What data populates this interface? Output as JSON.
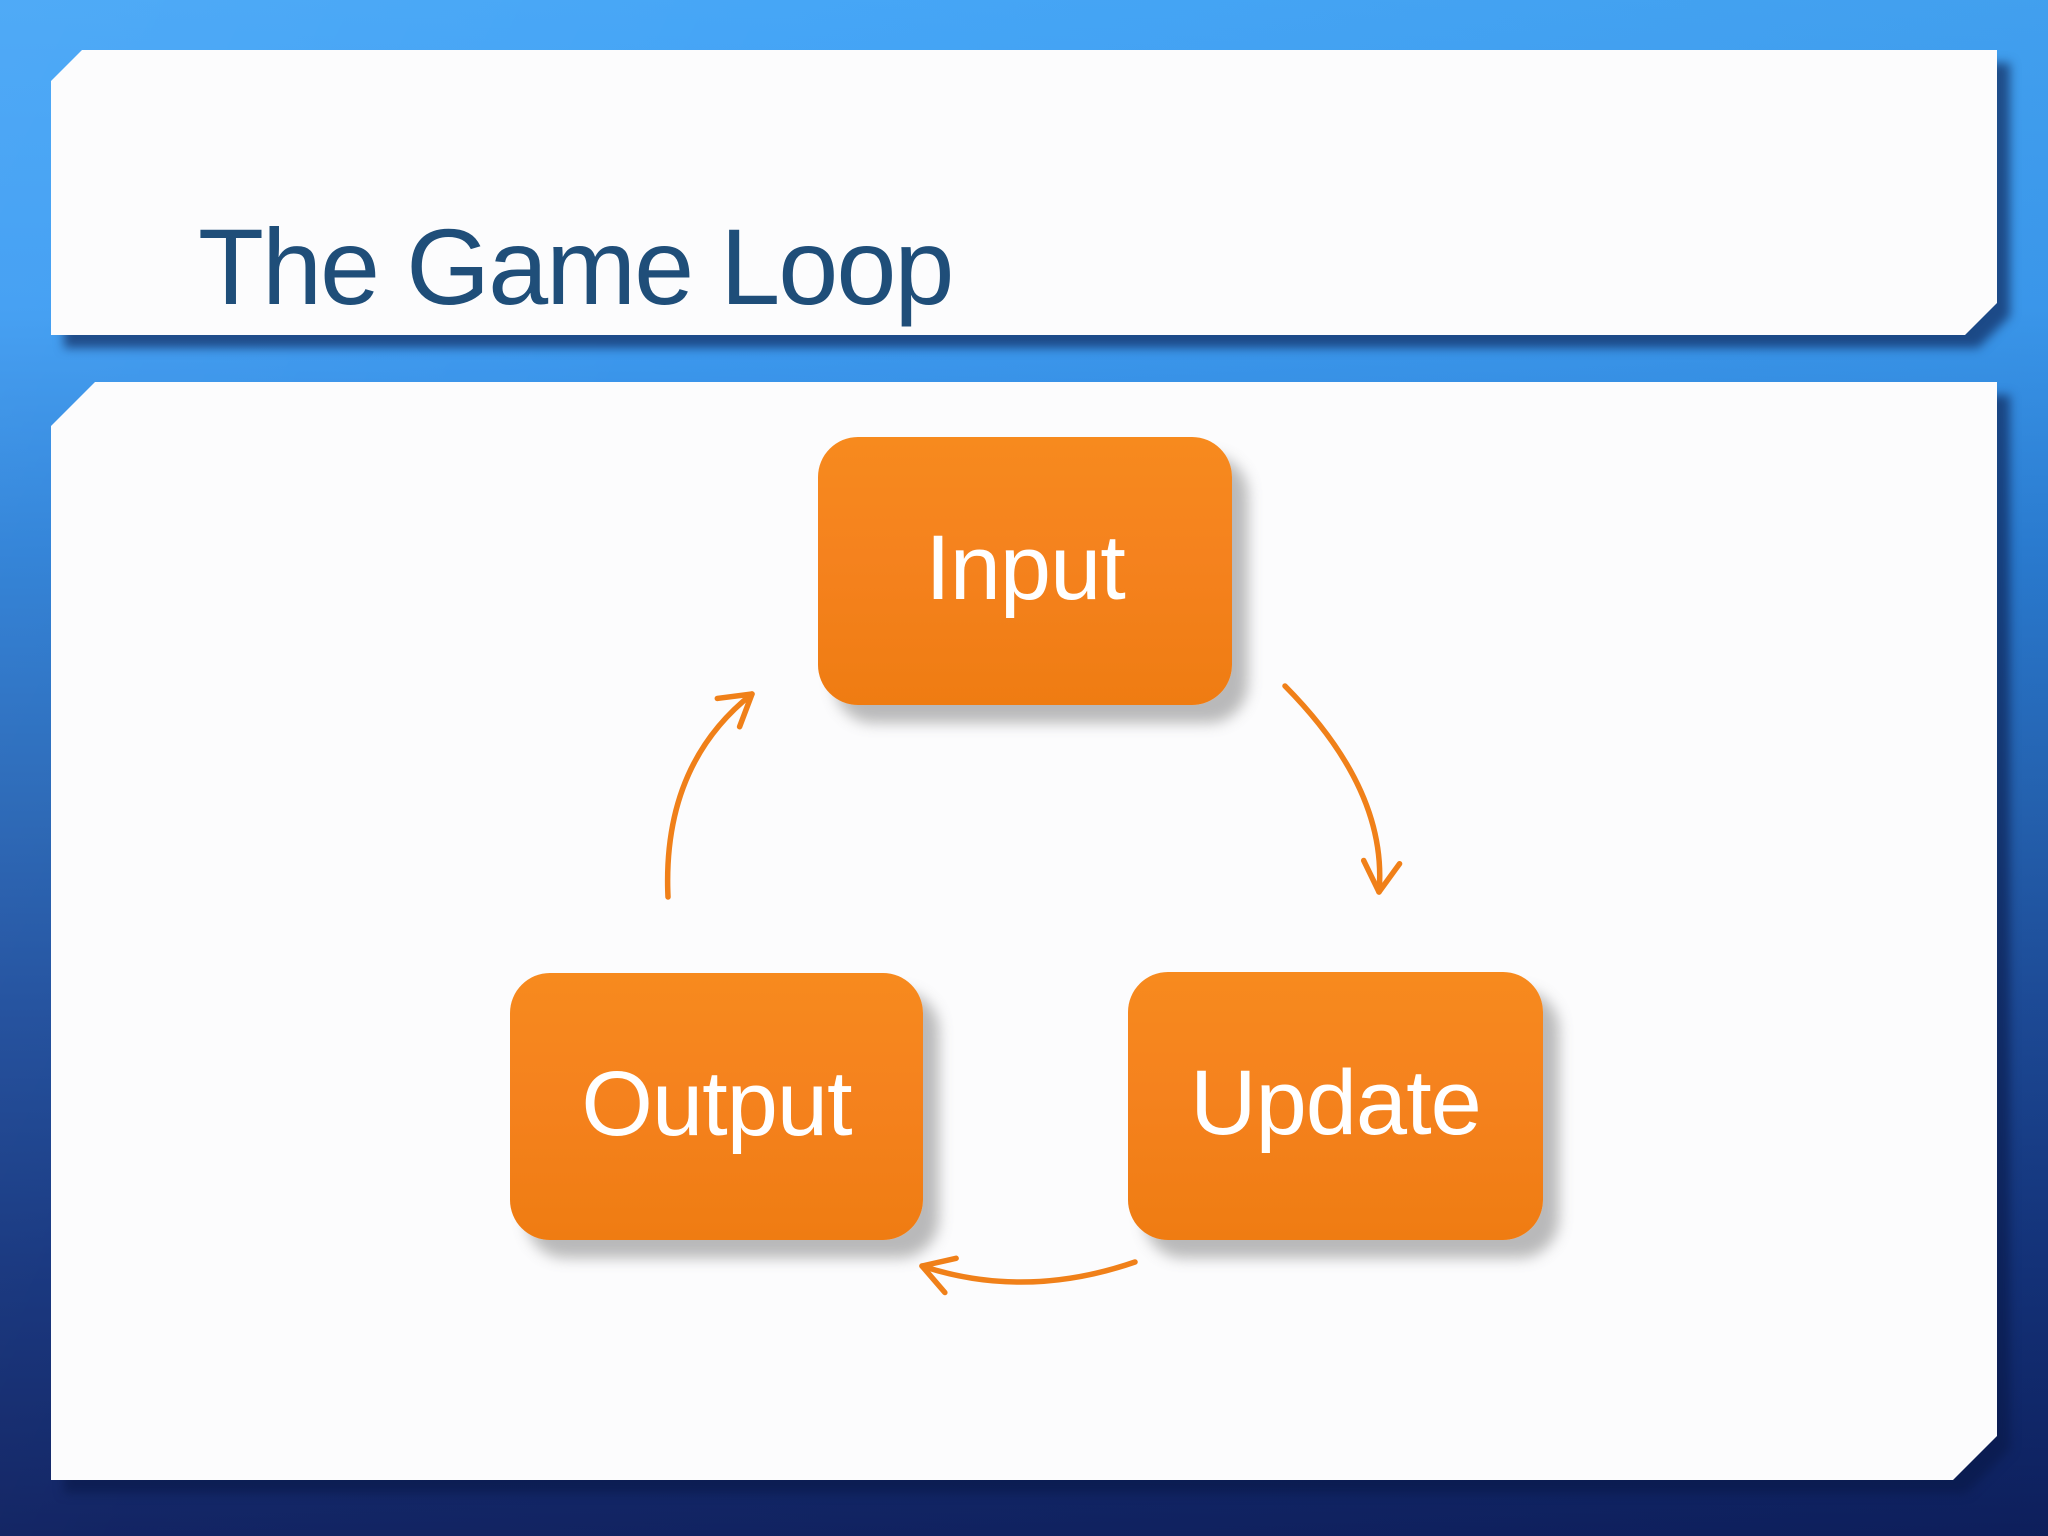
{
  "slide": {
    "title": "The Game Loop"
  },
  "diagram": {
    "type": "cycle",
    "nodes": [
      {
        "id": "input",
        "label": "Input"
      },
      {
        "id": "update",
        "label": "Update"
      },
      {
        "id": "output",
        "label": "Output"
      }
    ],
    "arrows": [
      {
        "from": "Input",
        "to": "Update"
      },
      {
        "from": "Update",
        "to": "Output"
      },
      {
        "from": "Output",
        "to": "Input"
      }
    ]
  },
  "colors": {
    "bg_top": "#42a4f6",
    "bg_mid": "#2a7ed6",
    "bg_bottom": "#0e2060",
    "panel": "#fcfcfd",
    "title_text": "#1f4e79",
    "node_fill": "#f5821e",
    "node_text": "#ffffff",
    "arrow": "#f08019"
  }
}
